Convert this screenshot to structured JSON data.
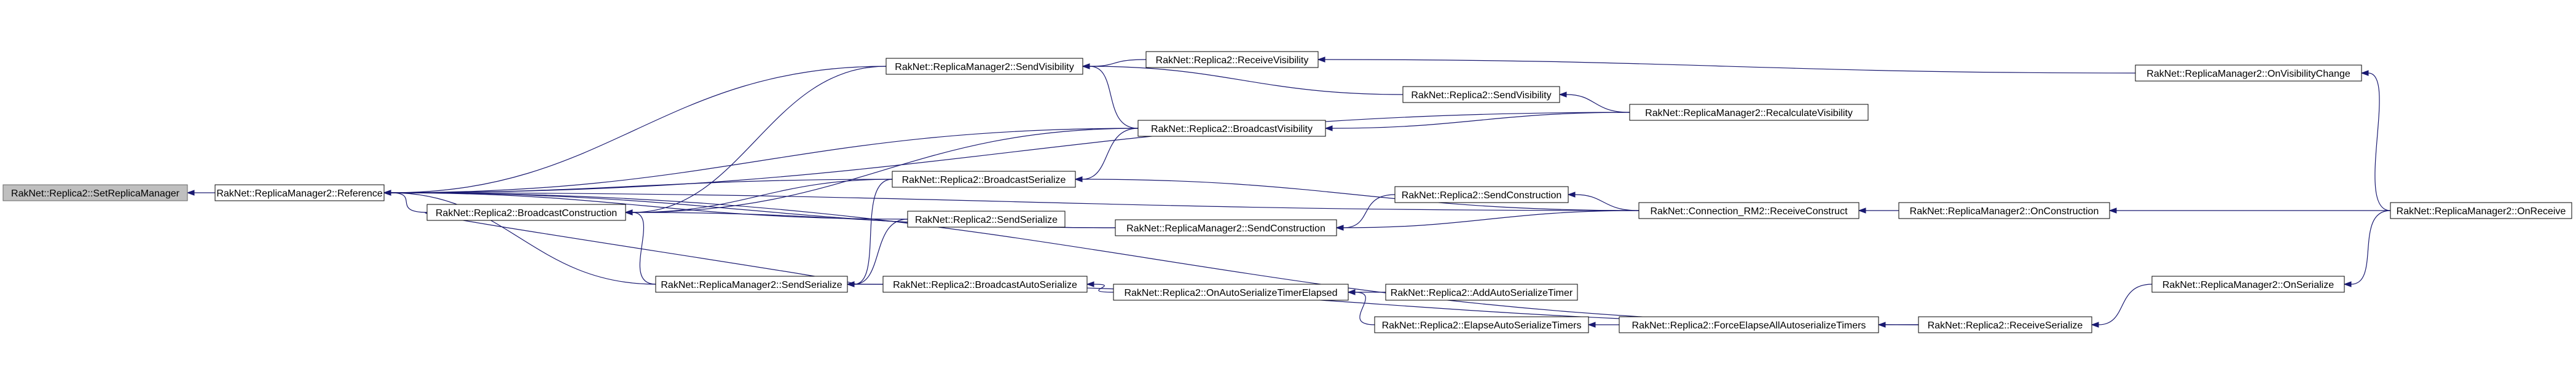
{
  "colors": {
    "edge": "#191970",
    "highlight_fill": "#bfbfbf",
    "node_fill": "#ffffff",
    "node_border": "#000000"
  },
  "nodes": {
    "n0": "RakNet::Replica2::SetReplicaManager",
    "n1": "RakNet::ReplicaManager2::Reference",
    "n2": "RakNet::Replica2::BroadcastConstruction",
    "n3": "RakNet::ReplicaManager2::SendSerialize",
    "n4": "RakNet::ReplicaManager2::SendVisibility",
    "n5": "RakNet::Replica2::BroadcastSerialize",
    "n6": "RakNet::Replica2::SendSerialize",
    "n7": "RakNet::Replica2::BroadcastAutoSerialize",
    "n8": "RakNet::Replica2::ReceiveVisibility",
    "n9": "RakNet::Replica2::BroadcastVisibility",
    "n10": "RakNet::ReplicaManager2::SendConstruction",
    "n11": "RakNet::Replica2::OnAutoSerializeTimerElapsed",
    "n12": "RakNet::Replica2::SendVisibility",
    "n13": "RakNet::Replica2::SendConstruction",
    "n14": "RakNet::Replica2::AddAutoSerializeTimer",
    "n15": "RakNet::Replica2::ElapseAutoSerializeTimers",
    "n16": "RakNet::ReplicaManager2::RecalculateVisibility",
    "n17": "RakNet::Connection_RM2::ReceiveConstruct",
    "n18": "RakNet::Replica2::ForceElapseAllAutoserializeTimers",
    "n19": "RakNet::Replica2::ReceiveSerialize",
    "n20": "RakNet::ReplicaManager2::OnVisibilityChange",
    "n21": "RakNet::ReplicaManager2::OnConstruction",
    "n22": "RakNet::ReplicaManager2::OnSerialize",
    "n23": "RakNet::ReplicaManager2::OnReceive"
  },
  "edges": [
    [
      "n1",
      "n0"
    ],
    [
      "n2",
      "n1"
    ],
    [
      "n3",
      "n1"
    ],
    [
      "n4",
      "n1"
    ],
    [
      "n5",
      "n1"
    ],
    [
      "n6",
      "n1"
    ],
    [
      "n9",
      "n1"
    ],
    [
      "n10",
      "n1"
    ],
    [
      "n16",
      "n1"
    ],
    [
      "n17",
      "n1"
    ],
    [
      "n19",
      "n1"
    ],
    [
      "n4",
      "n2"
    ],
    [
      "n5",
      "n2"
    ],
    [
      "n9",
      "n2"
    ],
    [
      "n3",
      "n2"
    ],
    [
      "n10",
      "n2"
    ],
    [
      "n2",
      "n3"
    ],
    [
      "n5",
      "n3"
    ],
    [
      "n6",
      "n3"
    ],
    [
      "n7",
      "n3"
    ],
    [
      "n19",
      "n3"
    ],
    [
      "n8",
      "n4"
    ],
    [
      "n9",
      "n4"
    ],
    [
      "n12",
      "n4"
    ],
    [
      "n9",
      "n5"
    ],
    [
      "n17",
      "n5"
    ],
    [
      "n11",
      "n7"
    ],
    [
      "n20",
      "n8"
    ],
    [
      "n16",
      "n9"
    ],
    [
      "n13",
      "n10"
    ],
    [
      "n17",
      "n10"
    ],
    [
      "n14",
      "n11"
    ],
    [
      "n15",
      "n11"
    ],
    [
      "n16",
      "n12"
    ],
    [
      "n17",
      "n13"
    ],
    [
      "n18",
      "n15"
    ],
    [
      "n21",
      "n17"
    ],
    [
      "n19",
      "n18"
    ],
    [
      "n22",
      "n19"
    ],
    [
      "n23",
      "n20"
    ],
    [
      "n23",
      "n21"
    ],
    [
      "n23",
      "n22"
    ]
  ]
}
